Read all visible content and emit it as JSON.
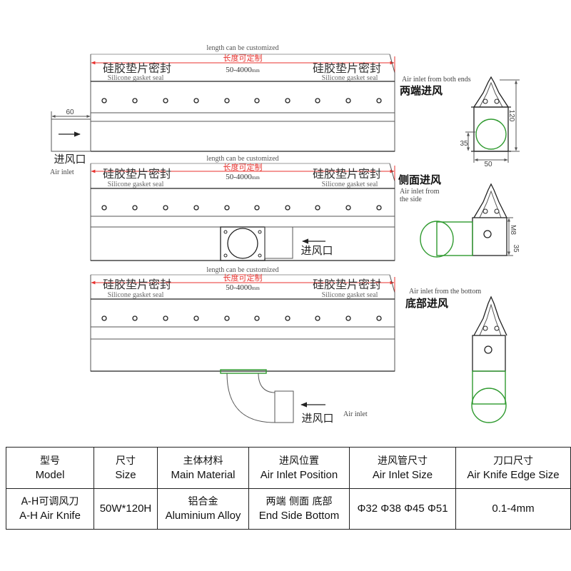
{
  "colors": {
    "dimension_red": "#e8322e",
    "tube_green": "#2f9a2f",
    "ink": "#222222"
  },
  "views": {
    "both_ends": {
      "length_note_en": "length can be customized",
      "length_note_cn": "长度可定制",
      "length_range": "50-4000",
      "length_unit": "mm",
      "gasket_cn_left": "硅胶垫片密封",
      "gasket_en_left": "Silicone gasket seal",
      "gasket_cn_right": "硅胶垫片密封",
      "gasket_en_right": "Silicone gasket seal",
      "title_en": "Air inlet from both ends",
      "title_cn": "两端进风",
      "inlet_dim": "60",
      "inlet_label_cn": "进风口",
      "inlet_label_en": "Air inlet",
      "dim_height": "120",
      "dim_tube": "35",
      "dim_width": "50"
    },
    "side": {
      "length_note_en": "length can be customized",
      "length_note_cn": "长度可定制",
      "length_range": "50-4000",
      "length_unit": "mm",
      "gasket_cn_left": "硅胶垫片密封",
      "gasket_en_left": "Silicone gasket seal",
      "gasket_cn_right": "硅胶垫片密封",
      "gasket_en_right": "Silicone gasket seal",
      "title_cn": "侧面进风",
      "title_en_line1": "Air inlet from",
      "title_en_line2": "the side",
      "inlet_label_cn": "进风口",
      "dim_thread": "M8",
      "dim_height": "35"
    },
    "bottom": {
      "length_note_en": "length can be customized",
      "length_note_cn": "长度可定制",
      "length_range": "50-4000",
      "length_unit": "mm",
      "gasket_cn_left": "硅胶垫片密封",
      "gasket_en_left": "Silicone gasket seal",
      "gasket_cn_right": "硅胶垫片密封",
      "gasket_en_right": "Silicone gasket seal",
      "title_en": "Air inlet from the bottom",
      "title_cn": "底部进风",
      "inlet_label_cn": "进风口",
      "inlet_label_en": "Air inlet"
    }
  },
  "spec_table": {
    "headers": [
      {
        "cn": "型号",
        "en": "Model"
      },
      {
        "cn": "尺寸",
        "en": "Size"
      },
      {
        "cn": "主体材料",
        "en": "Main Material"
      },
      {
        "cn": "进风位置",
        "en": "Air Inlet Position"
      },
      {
        "cn": "进风管尺寸",
        "en": "Air Inlet Size"
      },
      {
        "cn": "刀口尺寸",
        "en": "Air Knife Edge Size"
      }
    ],
    "row": {
      "model_cn": "A-H可调风刀",
      "model_en": "A-H Air Knife",
      "size": "50W*120H",
      "material_cn": "铝合金",
      "material_en": "Aluminium Alloy",
      "position_cn": "两端 侧面 底部",
      "position_en": "End Side Bottom",
      "inlet_size": "Φ32 Φ38 Φ45 Φ51",
      "edge_size": "0.1-4mm"
    }
  }
}
